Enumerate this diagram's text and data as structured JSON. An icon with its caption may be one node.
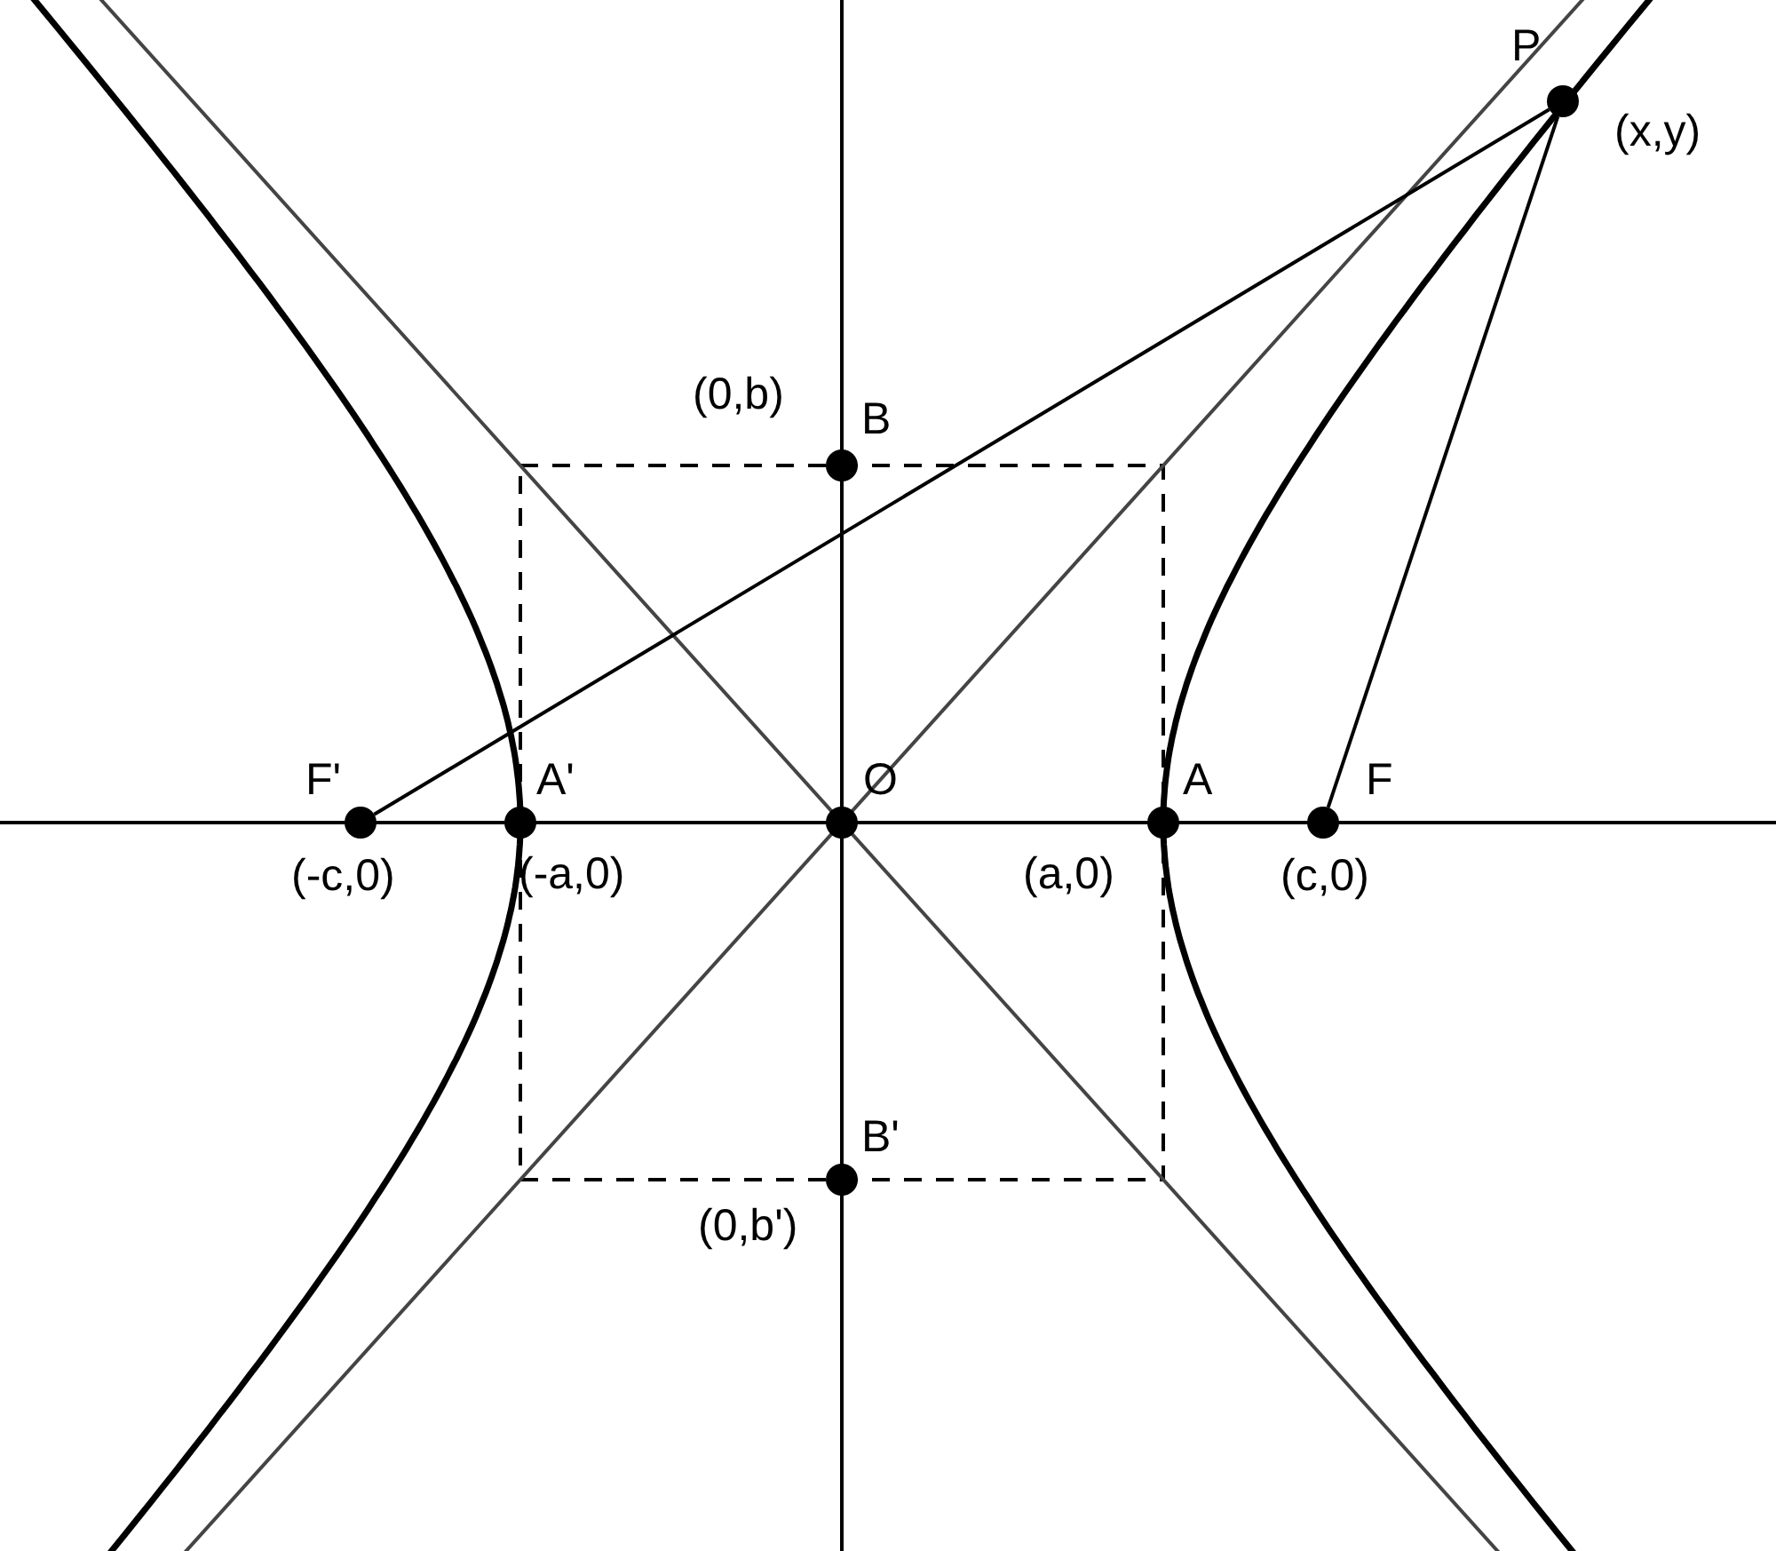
{
  "diagram": {
    "nodes": [
      {
        "text": [
          "P"
        ],
        "beside": [
          "(x,y)"
        ]
      },
      {
        "text": [
          "F'"
        ],
        "beside": [
          "(-c,0)"
        ]
      },
      {
        "text": [
          "F"
        ],
        "beside": [
          "(c,0)"
        ]
      }
    ],
    "edges": [
      {
        "from": 1,
        "to": 0,
        "arrow": "none"
      },
      {
        "from": 2,
        "to": 0,
        "arrow": "none"
      }
    ],
    "labels": [
      "(0,b)",
      "B",
      "A'",
      "(-a,0)",
      "O",
      "(a,0)",
      "A",
      "B'",
      "(0,b')"
    ]
  }
}
